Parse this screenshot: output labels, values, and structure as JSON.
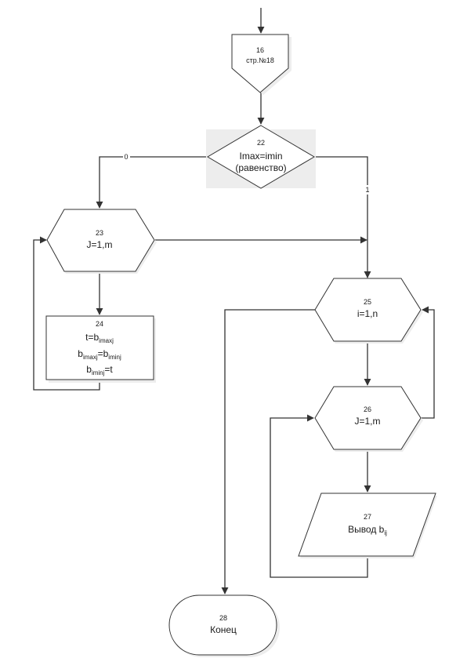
{
  "blocks": {
    "b16": {
      "num": "16",
      "text": "стр.№18"
    },
    "b22": {
      "num": "22",
      "line1": "Imax=imin",
      "line2": "(равенство)"
    },
    "b23": {
      "num": "23",
      "text": "J=1,m"
    },
    "b24": {
      "num": "24",
      "line1_main": "t=b",
      "line1_sub": "imaxj",
      "line2_a": "b",
      "line2_sub1": "imaxj",
      "line2_b": "=b",
      "line2_sub2": "iminj",
      "line3_a": "b",
      "line3_sub": "iminj",
      "line3_b": "=t"
    },
    "b25": {
      "num": "25",
      "text": "i=1,n"
    },
    "b26": {
      "num": "26",
      "text": "J=1,m"
    },
    "b27": {
      "num": "27",
      "text_main": "Вывод b",
      "text_sub": "ij"
    },
    "b28": {
      "num": "28",
      "text": "Конец"
    }
  },
  "edges": {
    "no_label": "0",
    "yes_label": "1"
  }
}
